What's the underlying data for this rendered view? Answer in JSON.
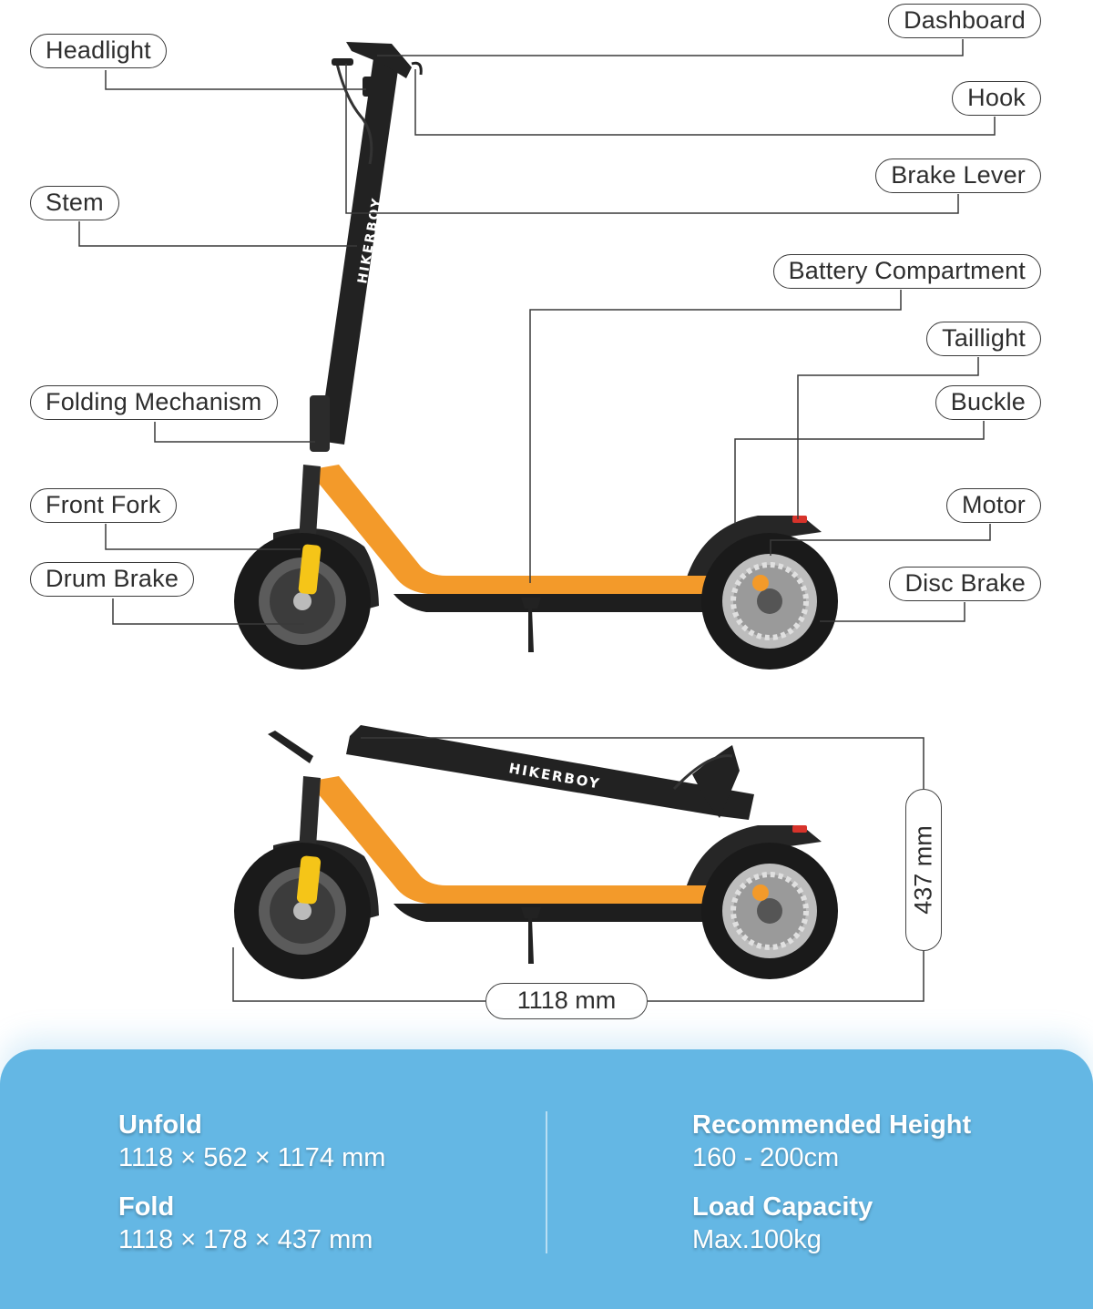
{
  "labels": {
    "headlight": "Headlight",
    "stem": "Stem",
    "folding_mechanism": "Folding Mechanism",
    "front_fork": "Front Fork",
    "drum_brake": "Drum Brake",
    "dashboard": "Dashboard",
    "hook": "Hook",
    "brake_lever": "Brake Lever",
    "battery_compartment": "Battery Compartment",
    "taillight": "Taillight",
    "buckle": "Buckle",
    "motor": "Motor",
    "disc_brake": "Disc Brake"
  },
  "brand": "HIKERBOY",
  "dimensions": {
    "length": "1118 mm",
    "height": "437 mm"
  },
  "specs": {
    "unfold_title": "Unfold",
    "unfold_value": "1118 × 562 × 1174 mm",
    "fold_title": "Fold",
    "fold_value": "1118 × 178 × 437 mm",
    "height_title": "Recommended Height",
    "height_value": "160 - 200cm",
    "load_title": "Load Capacity",
    "load_value": "Max.100kg"
  },
  "colors": {
    "frame": "#f39a2a",
    "deck_dark": "#1e1e1e",
    "panel": "#64b7e4",
    "reflector": "#f5c518"
  }
}
